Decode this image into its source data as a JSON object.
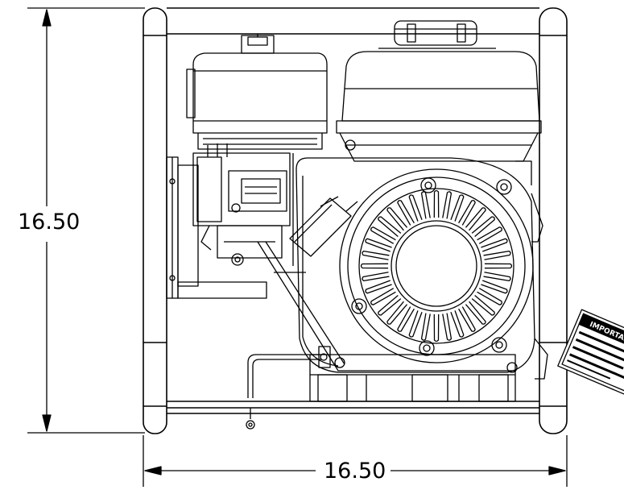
{
  "dimensions": {
    "height_label": "16.50",
    "width_label": "16.50"
  },
  "placard": {
    "heading": "IMPORTANT",
    "lines": [
      "",
      "",
      "",
      ""
    ]
  },
  "colors": {
    "line": "#000000",
    "background": "#ffffff"
  }
}
